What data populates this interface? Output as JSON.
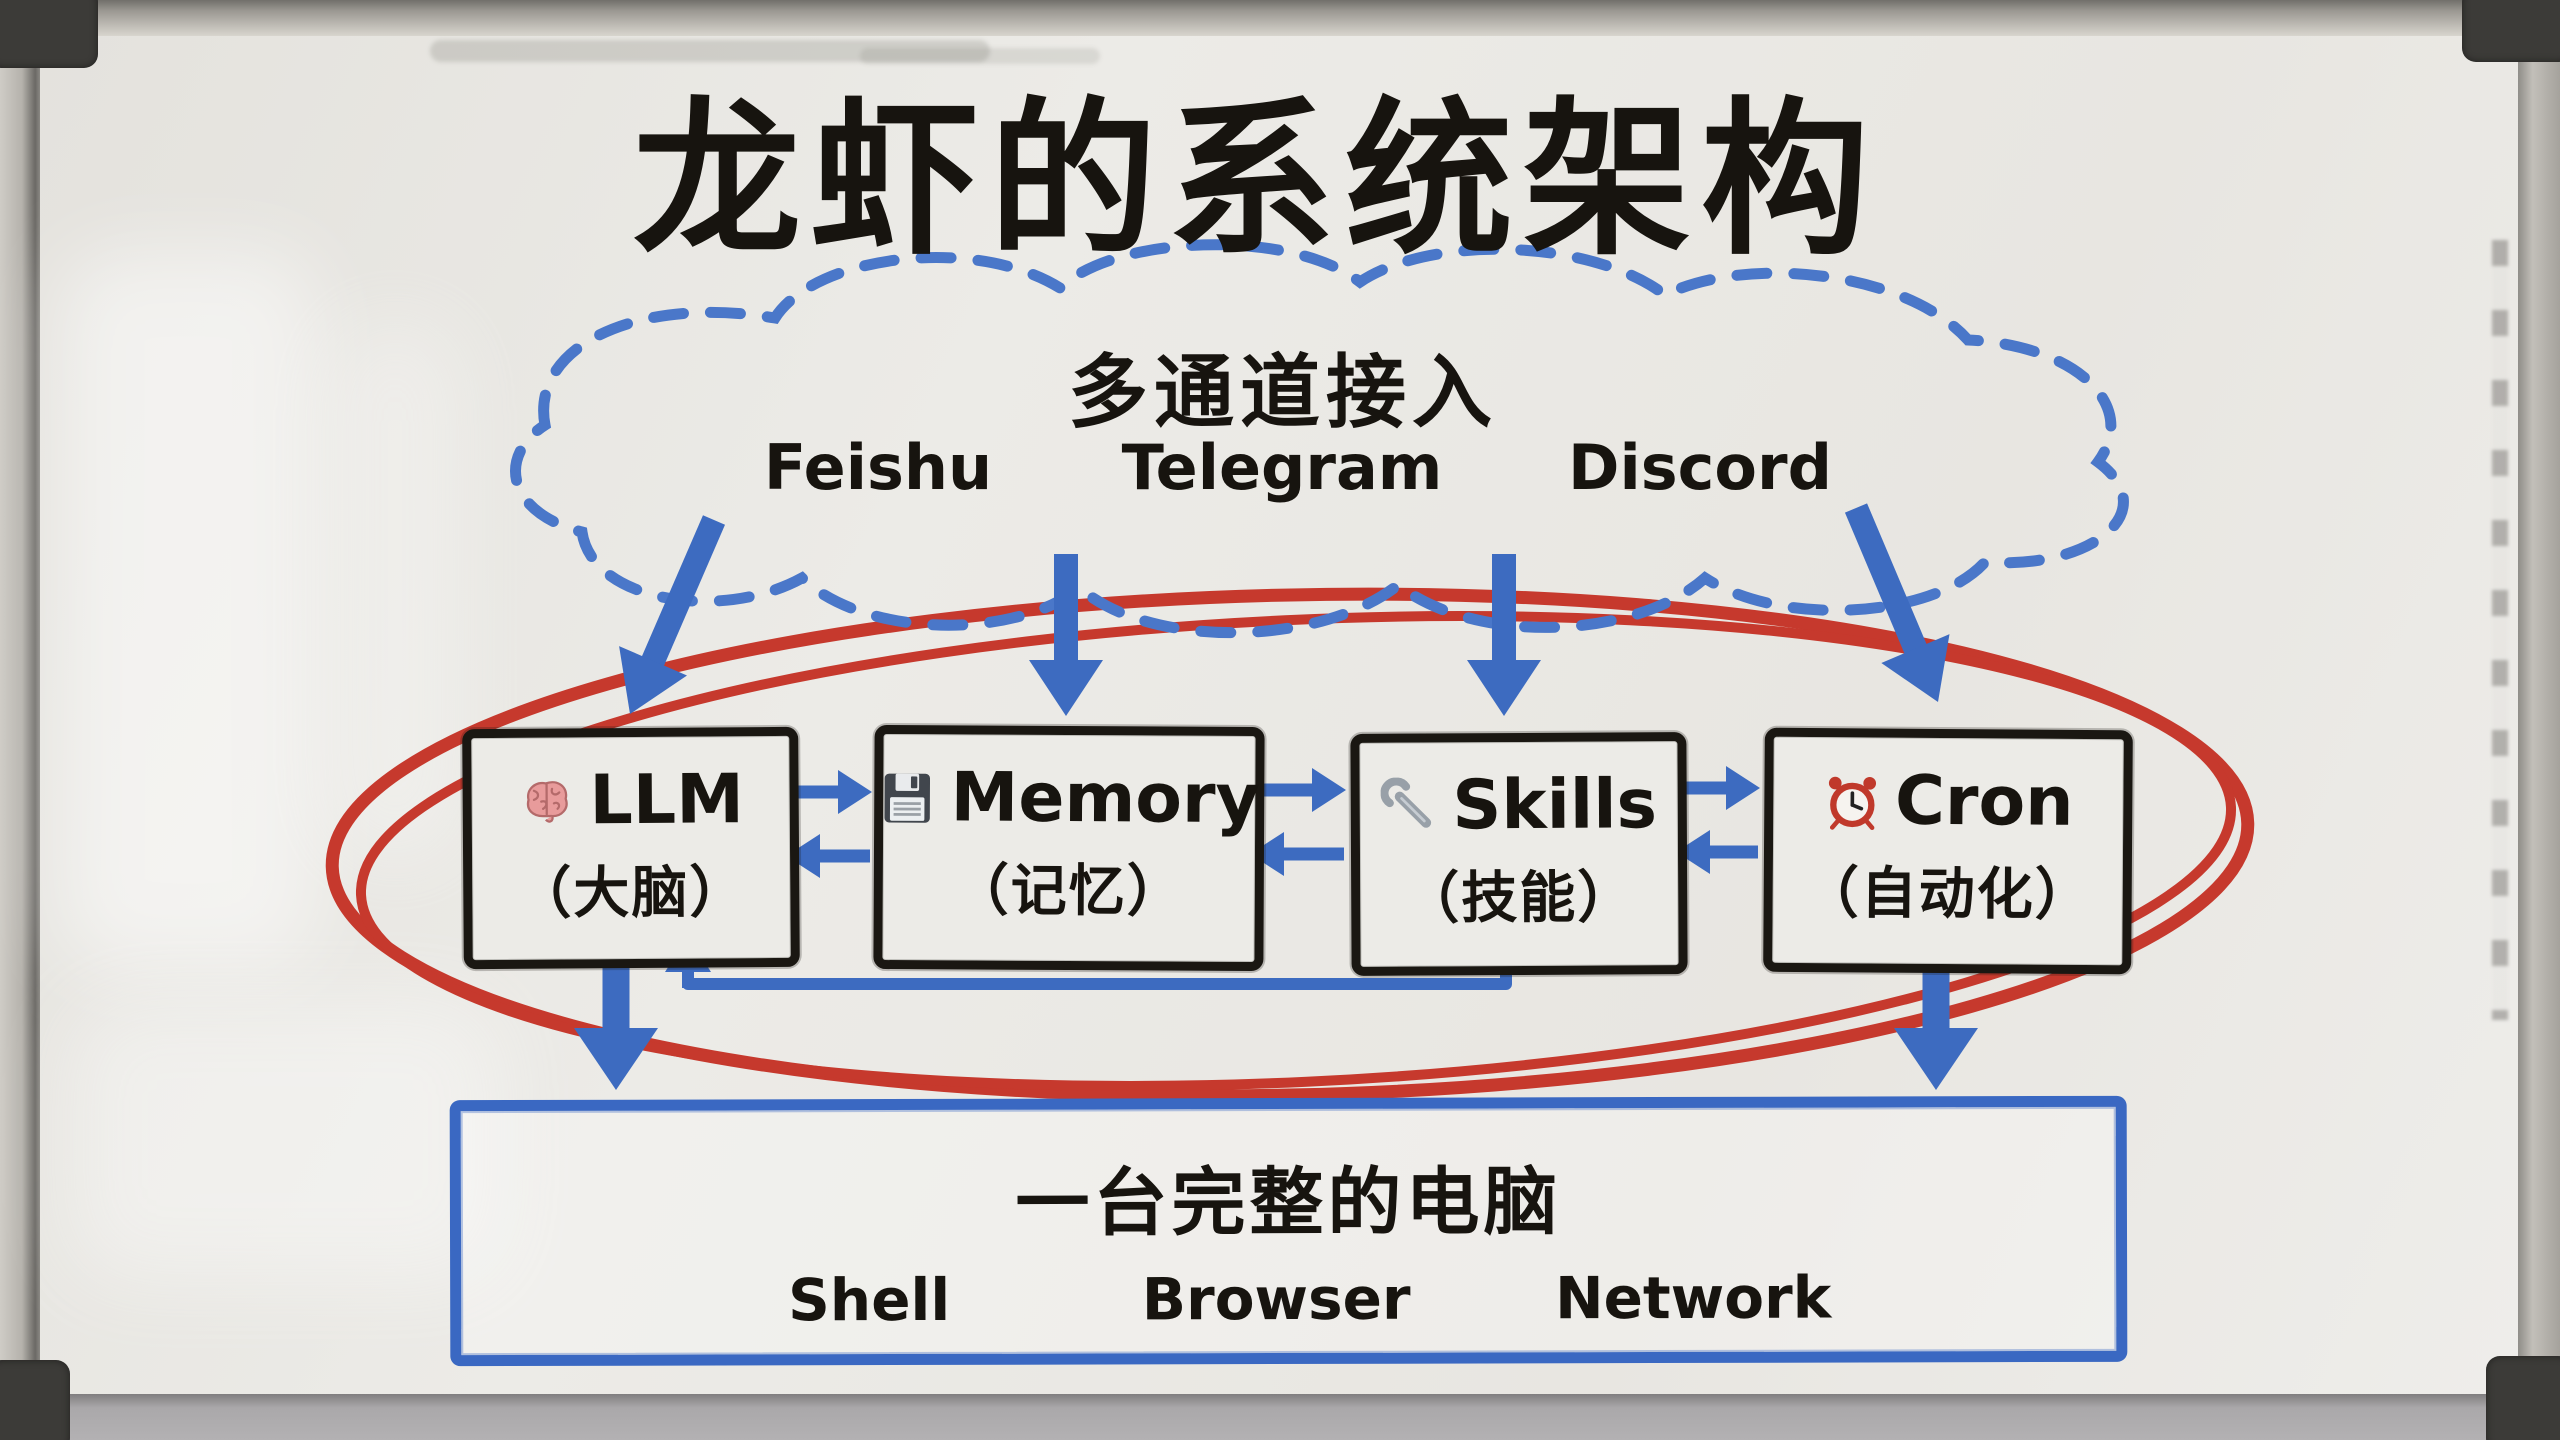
{
  "title": "龙虾的系统架构",
  "channels_cloud": {
    "label": "多通道接入",
    "items": [
      "Feishu",
      "Telegram",
      "Discord"
    ]
  },
  "modules": [
    {
      "icon": "brain-icon",
      "name": "LLM",
      "alias": "（大脑）"
    },
    {
      "icon": "floppy-disk-icon",
      "name": "Memory",
      "alias": "（记忆）"
    },
    {
      "icon": "wrench-icon",
      "name": "Skills",
      "alias": "（技能）"
    },
    {
      "icon": "alarm-clock-icon",
      "name": "Cron",
      "alias": "（自动化）"
    }
  ],
  "computer_box": {
    "label": "一台完整的电脑",
    "items": [
      "Shell",
      "Browser",
      "Network"
    ]
  },
  "colors": {
    "marker_blue": "#3d6bc0",
    "marker_red": "#c6392d",
    "marker_black": "#17140f"
  }
}
